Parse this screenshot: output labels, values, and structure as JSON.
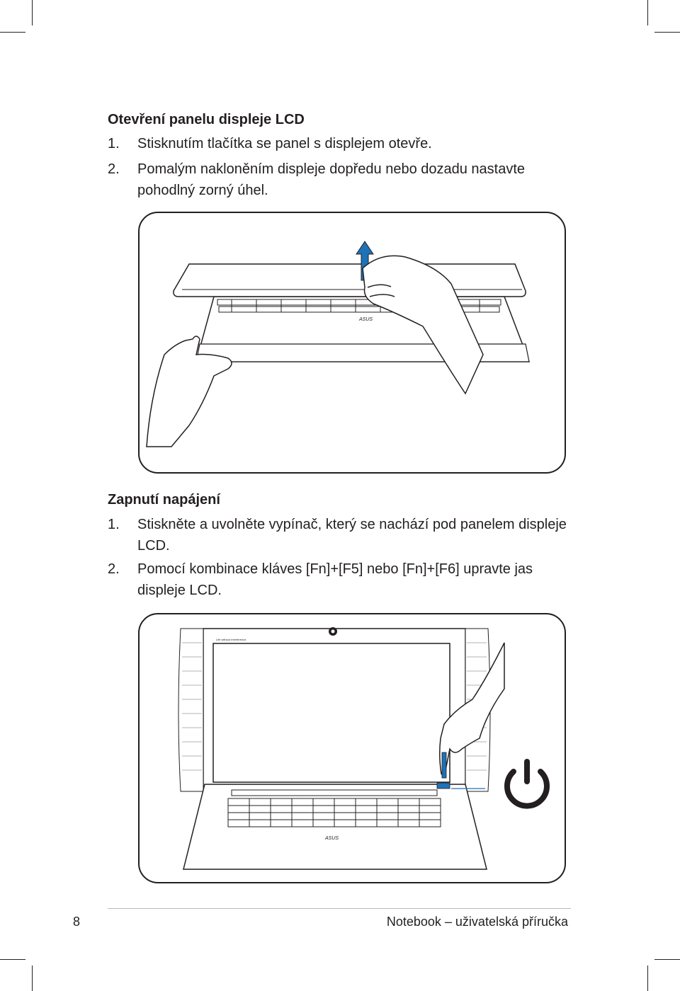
{
  "section1": {
    "heading": "Otevření panelu displeje LCD",
    "steps": [
      {
        "num": "1.",
        "text": "Stisknutím tlačítka se panel s displejem otevře."
      },
      {
        "num": "2.",
        "text": "Pomalým nakloněním displeje dopředu nebo dozadu nastavte pohodlný zorný úhel."
      }
    ]
  },
  "section2": {
    "heading": "Zapnutí napájení",
    "steps": [
      {
        "num": "1.",
        "text": "Stiskněte a uvolněte vypínač, který se nachází pod panelem displeje LCD."
      },
      {
        "num": "2.",
        "text": "Pomocí kombinace kláves [Fn]+[F5] nebo [Fn]+[F6] upravte jas displeje LCD."
      }
    ]
  },
  "figure1": {
    "logo": "ASUS",
    "icons": [
      "laptop-closed-icon",
      "arrow-up-icon",
      "hand-icon"
    ]
  },
  "figure2": {
    "logo": "ASUS",
    "screen_text": "Life without interference",
    "icons": [
      "laptop-open-icon",
      "hand-icon",
      "power-icon"
    ]
  },
  "footer": {
    "page_number": "8",
    "title": "Notebook – uživatelská příručka"
  },
  "colors": {
    "text": "#231f20",
    "accent": "#1e72b8"
  }
}
